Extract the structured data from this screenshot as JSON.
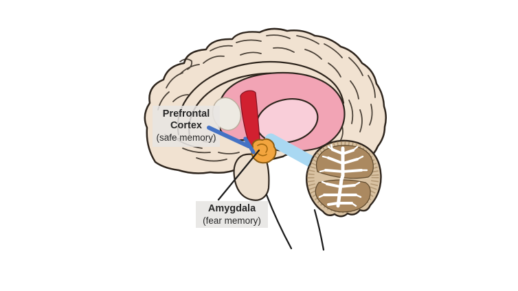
{
  "labels": {
    "prefrontal": {
      "line1": "Prefrontal",
      "line2": "Cortex",
      "line3": "(safe memory)"
    },
    "amygdala": {
      "line1": "Amygdala",
      "line2": "(fear memory)"
    }
  },
  "colors": {
    "background": "#ffffff",
    "cortex_beige": "#f1e2d1",
    "outline_dark": "#2e251d",
    "corpus_callosum_pink": "#f2a4b5",
    "inner_light_pink": "#f9ced9",
    "red_region": "#d12030",
    "amygdala_orange": "#f2a53f",
    "midbrain_blue": "#a9d8f2",
    "cerebellum_tan": "#d9c2a2",
    "cerebellum_foliage": "#ab8960",
    "arrow_blue": "#4472c4",
    "label_background": "#e7e5e3",
    "label_text": "#262626"
  }
}
